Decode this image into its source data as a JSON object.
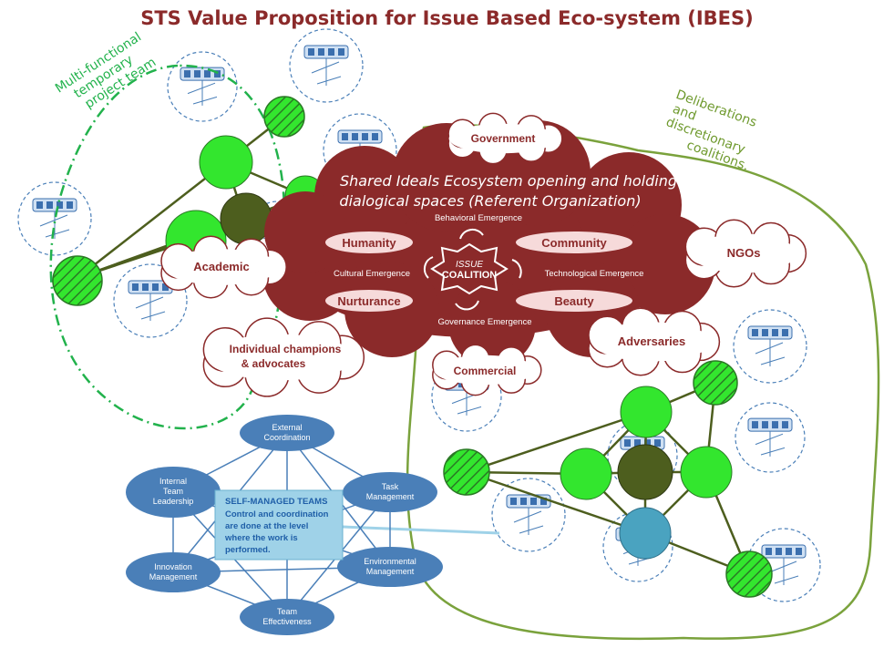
{
  "title": "STS Value Proposition for Issue Based Eco-system (IBES)",
  "labels": {
    "project_team": [
      "Multi-functional",
      "temporary",
      "project team"
    ],
    "deliberations": [
      "Deliberations",
      "and",
      "discretionary",
      "coalitions."
    ]
  },
  "cloud": {
    "heading_line1": "Shared Ideals Ecosystem opening and holding",
    "heading_line2": "dialogical spaces (Referent Organization)",
    "values": [
      "Humanity",
      "Community",
      "Nurturance",
      "Beauty"
    ],
    "center_line1": "ISSUE",
    "center_line2": "COALITION",
    "emergence": {
      "behavioral": "Behavioral Emergence",
      "cultural": "Cultural  Emergence",
      "technological": "Technological  Emergence",
      "governance": "Governance  Emergence"
    }
  },
  "satellites": {
    "government": "Government",
    "ngos": "NGOs",
    "academic": "Academic",
    "individual_line1": "Individual champions",
    "individual_line2": "& advocates",
    "adversaries": "Adversaries",
    "commercial": "Commercial"
  },
  "self_managed": {
    "nodes": [
      [
        "External",
        "Coordination"
      ],
      [
        "Task",
        "Management"
      ],
      [
        "Environmental",
        "Management"
      ],
      [
        "Team",
        "Effectiveness"
      ],
      [
        "Innovation",
        "Management"
      ],
      [
        "Internal",
        "Team",
        "Leadership"
      ]
    ],
    "box_title": "SELF-MANAGED TEAMS",
    "box_text": [
      "Control and coordination",
      "are done at the level",
      "where the work is",
      "performed."
    ]
  },
  "colors": {
    "cloud": "#8b2a2a",
    "green_node": "#33e62e",
    "olive_node": "#4d5e1e",
    "teal_node": "#4aa3c0",
    "team_ellipse": "#4a7fb8",
    "box_fill": "#9fd2e8",
    "green_label": "#22b24c",
    "olive_line": "#7aa23c"
  }
}
